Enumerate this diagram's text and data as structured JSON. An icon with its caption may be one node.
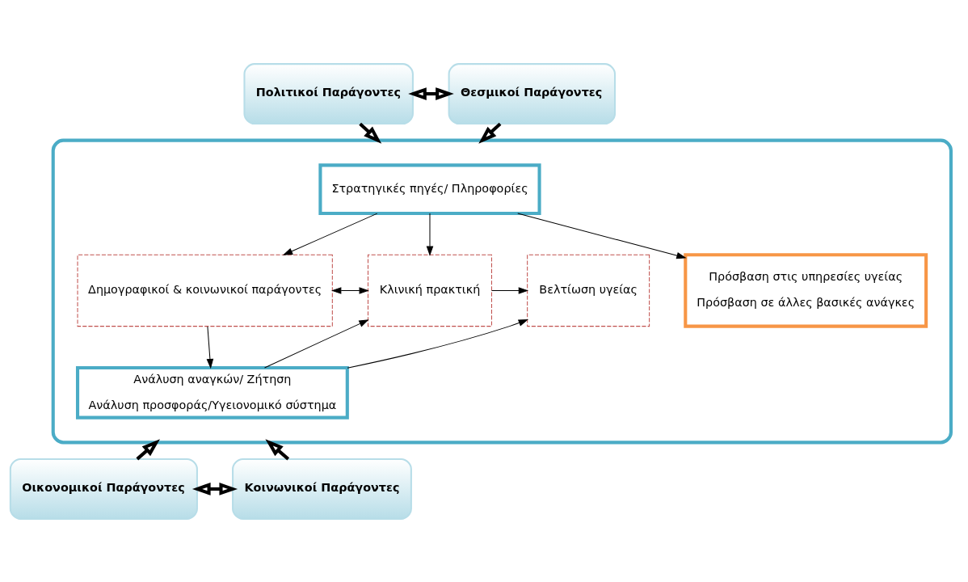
{
  "diagram": {
    "nodes": [
      {
        "text": [
          "Πολιτικοί Παράγοντες"
        ]
      },
      {
        "text": [
          "Θεσμικοί Παράγοντες"
        ]
      },
      {
        "text": [],
        "shape": "ellipse"
      },
      {
        "text": [
          "Στρατηγικές πηγές/ Πληροφορίες"
        ],
        "in": 2
      },
      {
        "text": [
          "Δημογραφικοί & κοινωνικοί παράγοντες"
        ],
        "in": 2
      },
      {
        "text": [
          "Πρόσβαση στις υπηρεσίες υγείας",
          "Πρόσβαση σε άλλες βασικές ανάγκες"
        ],
        "in": 2
      },
      {
        "text": [
          "Κλινική πρακτική"
        ],
        "in": 2
      },
      {
        "text": [
          "Βελτίωση υγείας"
        ],
        "in": 2
      },
      {
        "text": [
          "Ανάλυση αναγκών/ Ζήτηση",
          "Ανάλυση προσφοράς/Υγειονομικό σύστημα"
        ],
        "in": 2
      },
      {
        "text": [
          "Οικονομικοί Παράγοντες"
        ]
      },
      {
        "text": [
          "Κοινωνικοί Παράγοντες"
        ]
      }
    ],
    "edges": [
      {
        "from": 0,
        "to": 1,
        "arrow": "both",
        "style": "thick"
      },
      {
        "from": 0,
        "to": 2,
        "arrow": "to",
        "style": "thick"
      },
      {
        "from": 1,
        "to": 2,
        "arrow": "to",
        "style": "thick"
      },
      {
        "from": 3,
        "to": 4,
        "arrow": "to"
      },
      {
        "from": 3,
        "to": 5,
        "arrow": "to"
      },
      {
        "from": 3,
        "to": 6,
        "arrow": "to"
      },
      {
        "from": 4,
        "to": 6,
        "arrow": "both"
      },
      {
        "from": 6,
        "to": 7,
        "arrow": "to"
      },
      {
        "from": 4,
        "to": 8,
        "arrow": "to"
      },
      {
        "from": 8,
        "to": 6,
        "arrow": "to"
      },
      {
        "from": 8,
        "to": 7,
        "arrow": "to"
      },
      {
        "from": 9,
        "to": 2,
        "arrow": "to",
        "style": "thick"
      },
      {
        "from": 10,
        "to": 2,
        "arrow": "to",
        "style": "thick"
      },
      {
        "from": 9,
        "to": 10,
        "arrow": "both",
        "style": "thick"
      }
    ]
  }
}
